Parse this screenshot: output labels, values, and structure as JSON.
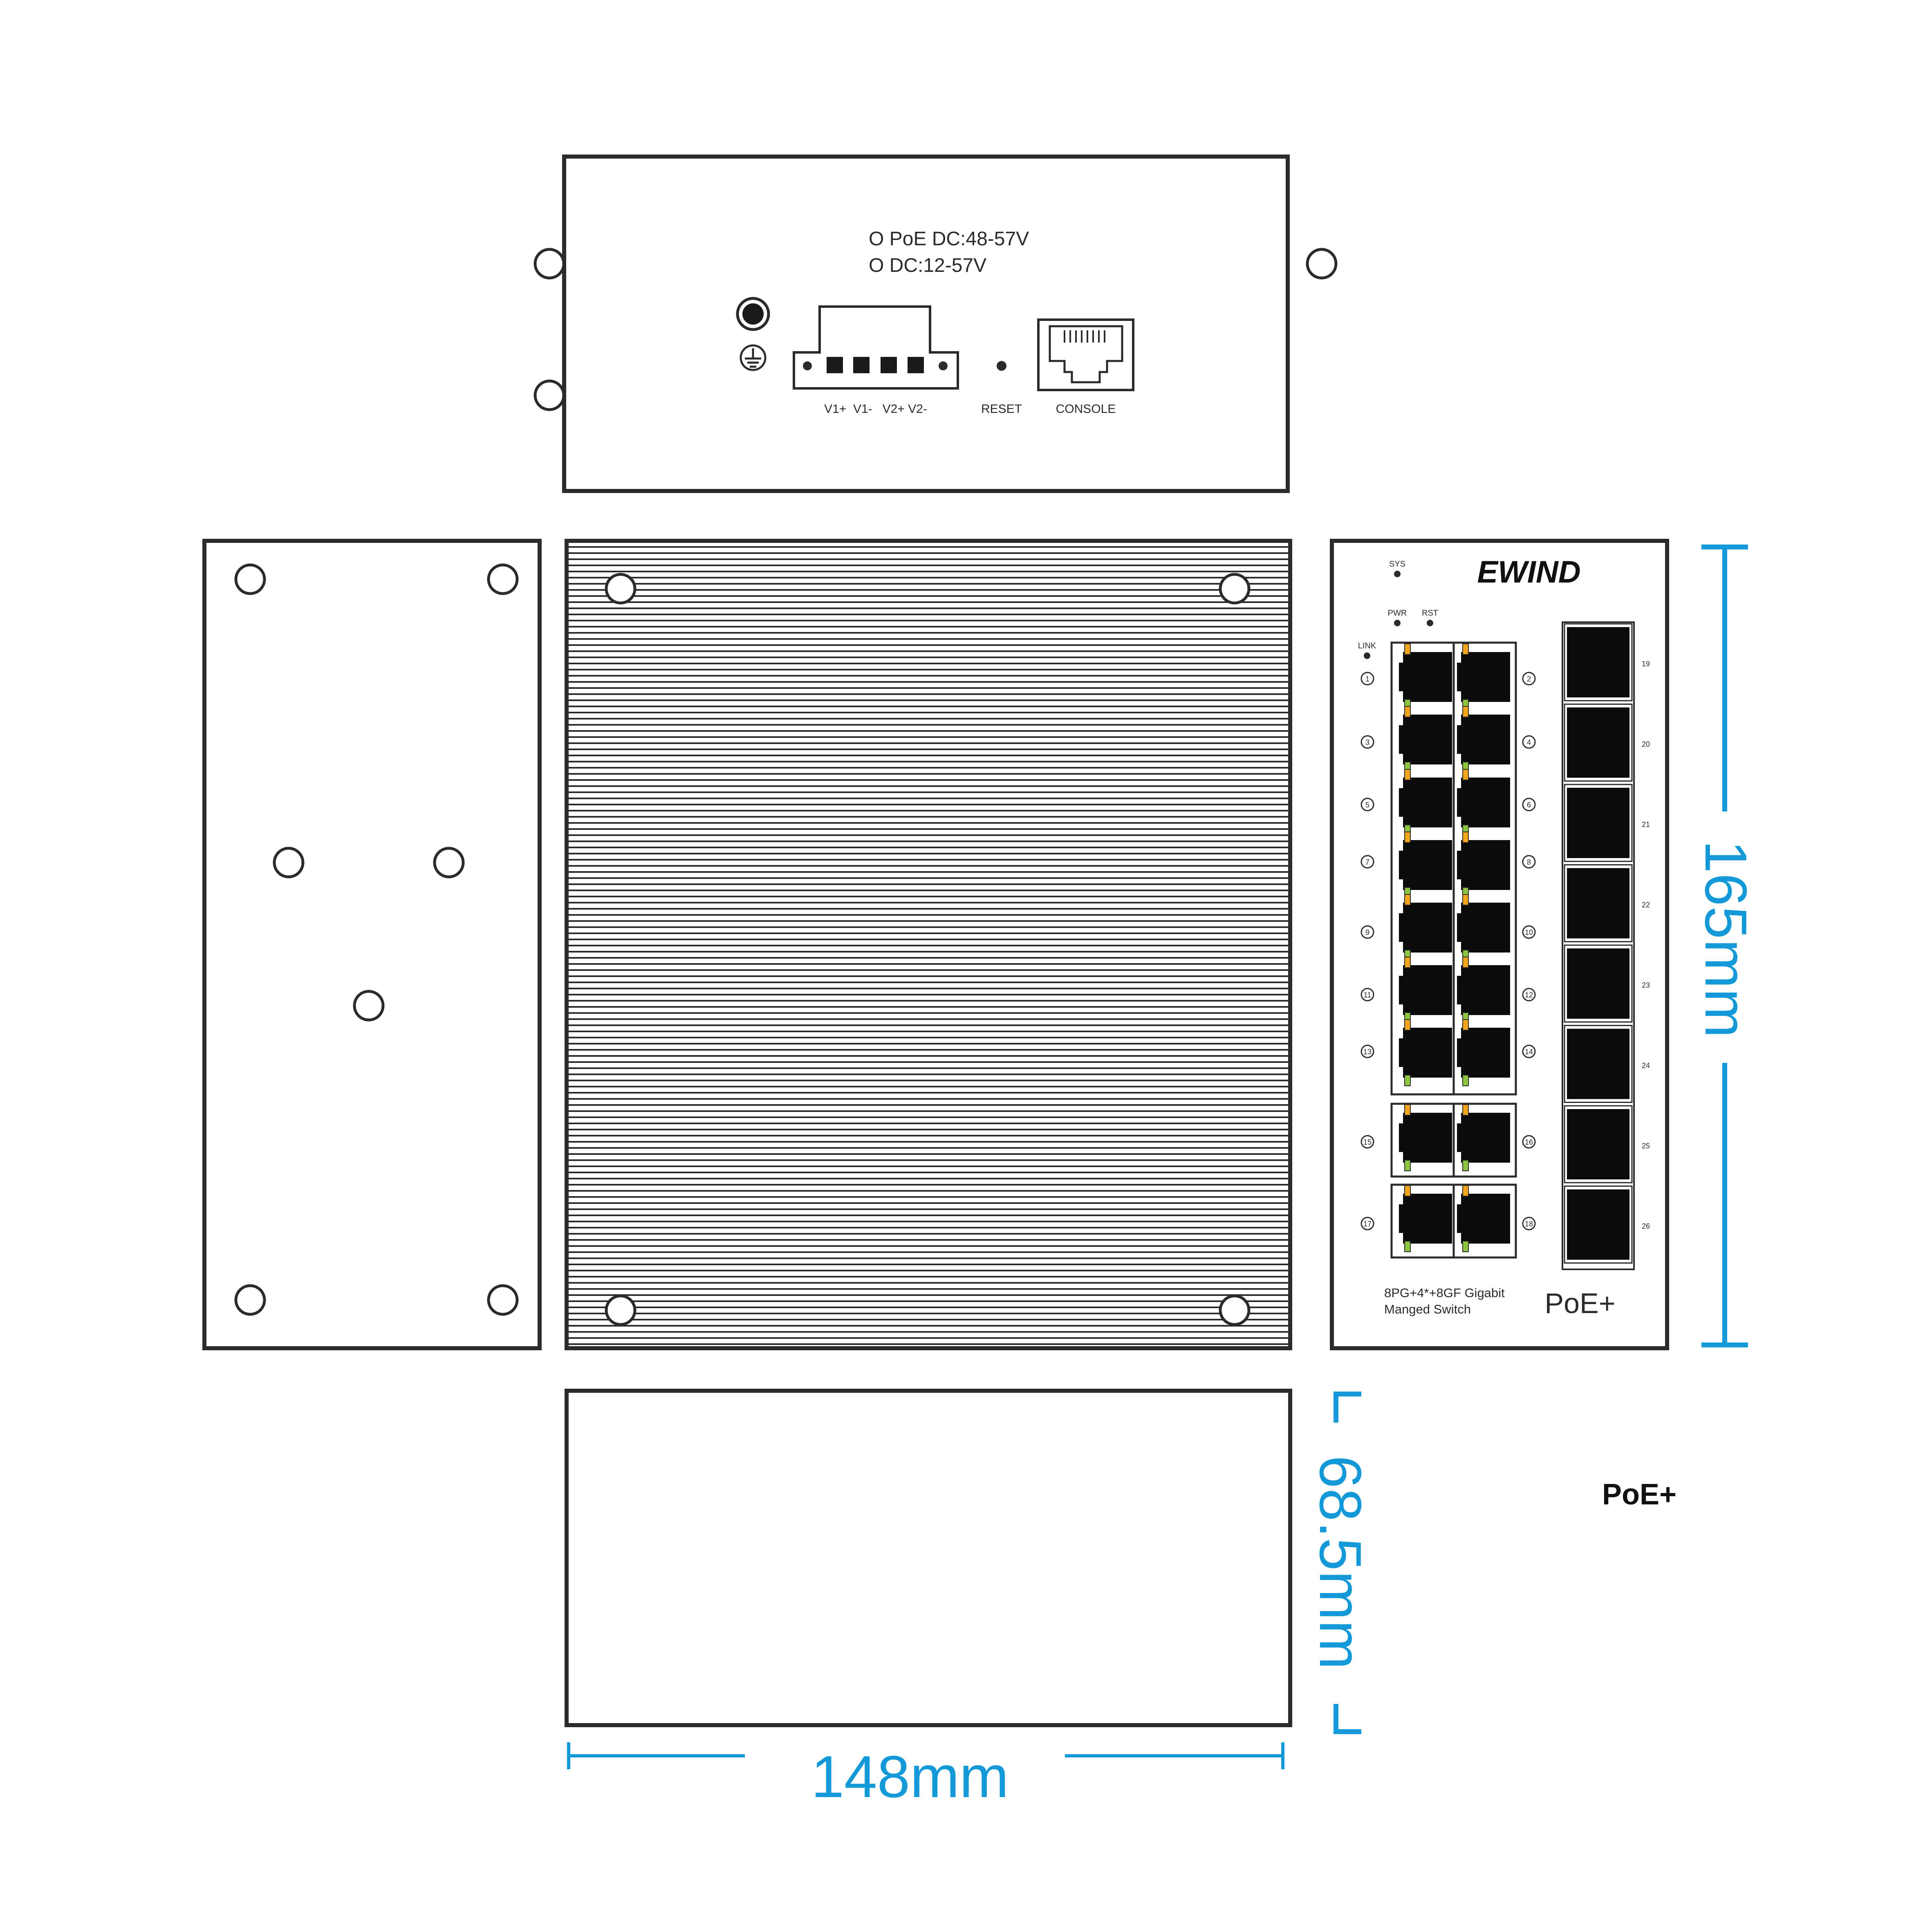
{
  "colors": {
    "outline": "#2b2b2b",
    "dimension": "#1499d8",
    "led_amber": "#f3a61c",
    "led_green": "#8cc63f",
    "port_fill": "#0a0a0a"
  },
  "top_view": {
    "power_line_1": "O PoE DC:48-57V",
    "power_line_2": "O DC:12-57V",
    "terminal_label": "V1+  V1-   V2+ V2-",
    "reset_label": "RESET",
    "console_label": "CONSOLE",
    "ground_icon": "ground-icon"
  },
  "front_panel": {
    "brand": "EWIND",
    "led_sys": "SYS",
    "led_pwr": "PWR",
    "led_rst": "RST",
    "led_link": "LINK",
    "rj45_left_numbers": [
      "1",
      "3",
      "5",
      "7",
      "9",
      "11",
      "13"
    ],
    "rj45_right_numbers": [
      "2",
      "4",
      "6",
      "8",
      "10",
      "12",
      "14"
    ],
    "combo_left_numbers": [
      "15",
      "17"
    ],
    "combo_right_numbers": [
      "16",
      "18"
    ],
    "sfp_numbers": [
      "19",
      "20",
      "21",
      "22",
      "23",
      "24",
      "25",
      "26"
    ],
    "model_line_1": "8PG+4*+8GF Gigabit",
    "model_line_2": "Manged Switch",
    "poe_label": "PoE+"
  },
  "dimensions": {
    "height": "165mm",
    "depth": "68.5mm",
    "width": "148mm"
  },
  "side_label": "PoE+"
}
